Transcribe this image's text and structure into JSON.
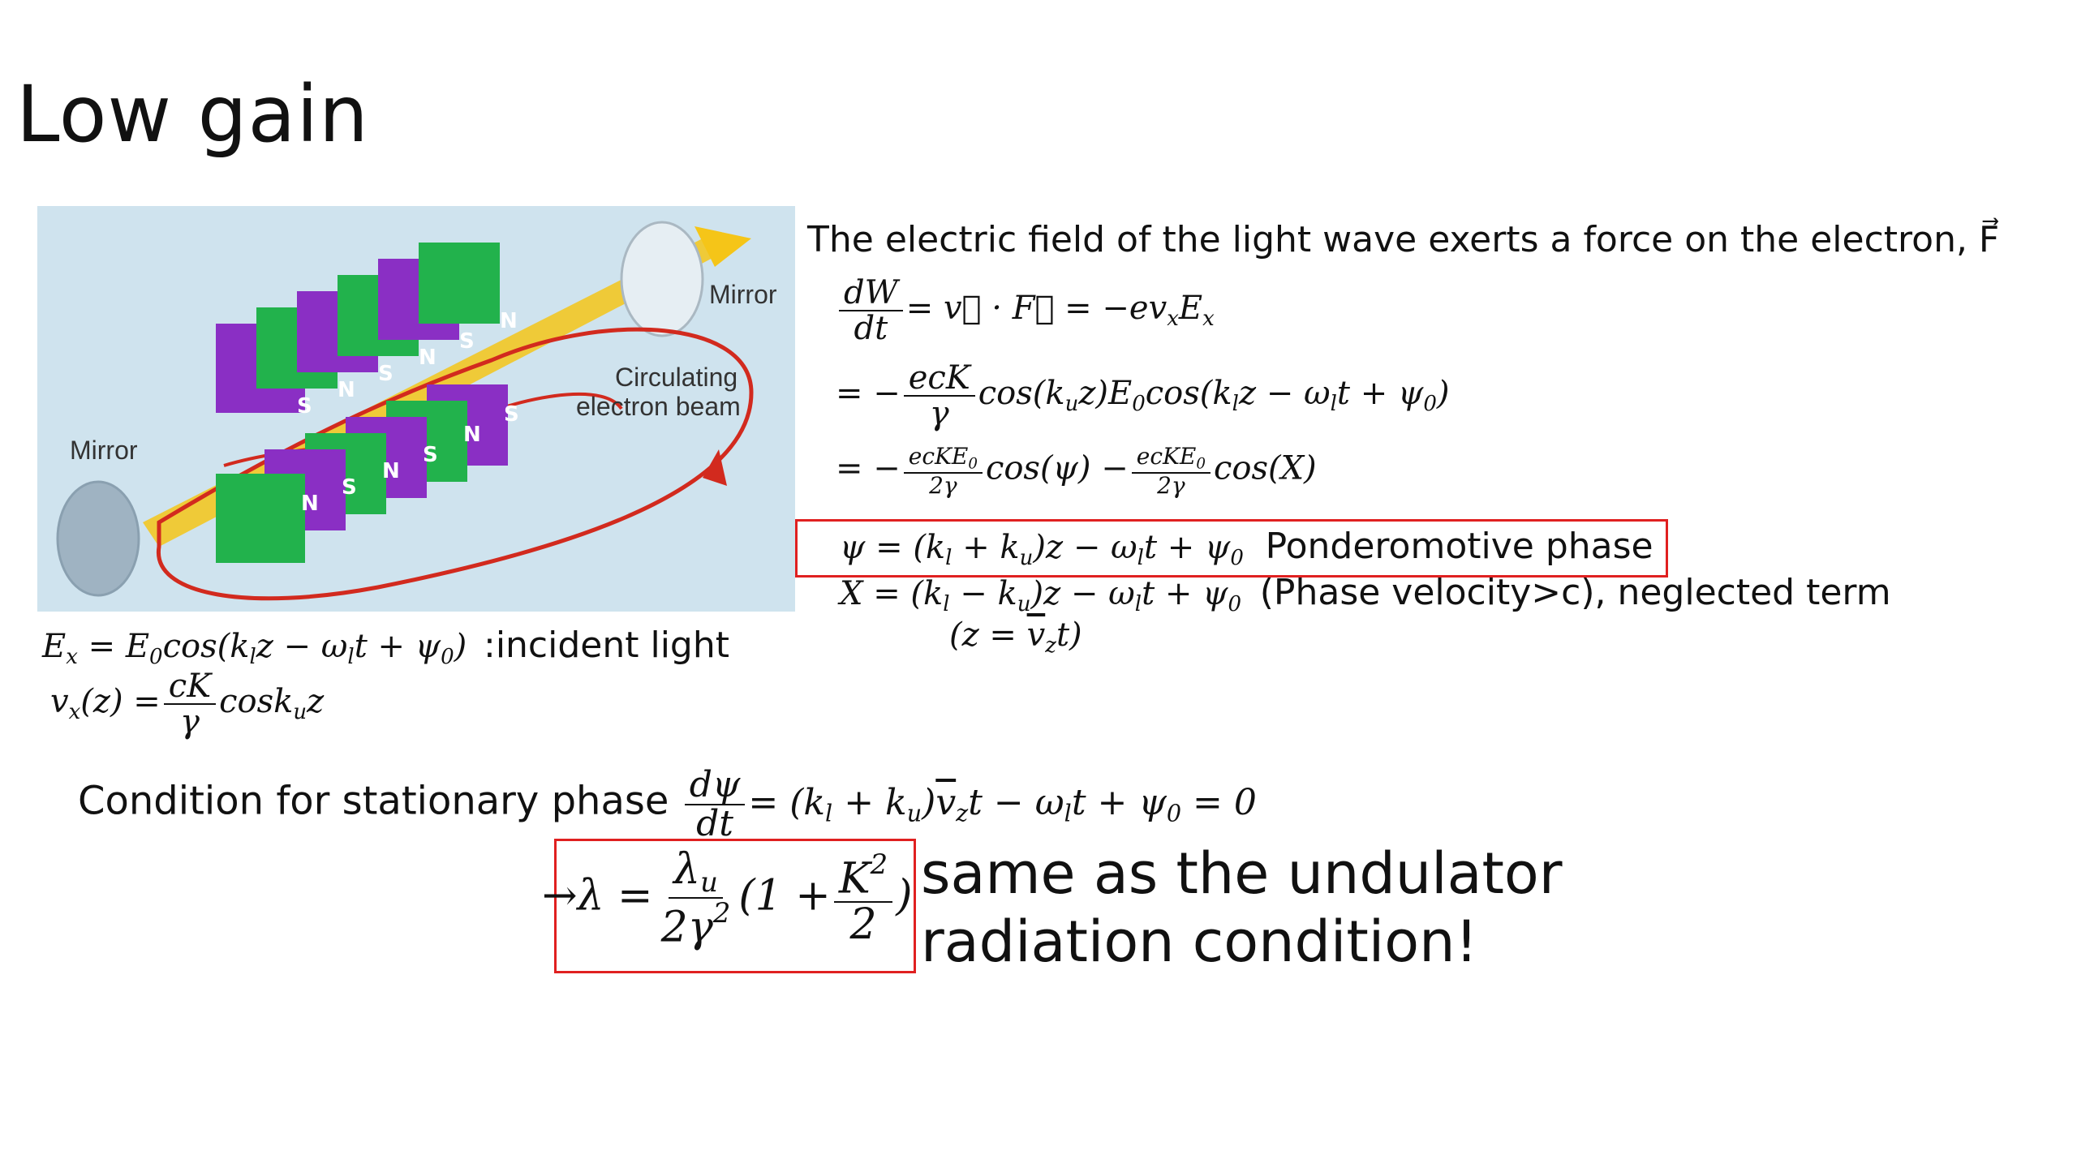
{
  "title": "Low gain",
  "figure": {
    "mirror_right": "Mirror",
    "mirror_left": "Mirror",
    "beam_label_1": "Circulating",
    "beam_label_2": "electron beam",
    "pole_n": "N",
    "pole_s": "S",
    "colors": {
      "background": "#cfe3ee",
      "green": "#22b24c",
      "purple": "#8a2fc4",
      "light": "#f5c518",
      "beam": "#d22a1e"
    }
  },
  "equations": {
    "intro": "The electric field of the light wave exerts a force on the electron, F⃗",
    "dw_num": "dW",
    "dw_den": "dt",
    "dw_rhs": "= v⃗ · F⃗ = −ev",
    "dw_rhs_sub": "x",
    "dw_rhs_tail": "E",
    "dw_rhs_tail_sub": "x",
    "line2_prefix": "= −",
    "line2_num": "ecK",
    "line2_den": "γ",
    "line2_rest": "cos(k",
    "line2_rest2": "z)E",
    "line2_rest3": "cos(k",
    "line2_rest4": "z − ω",
    "line2_rest5": "t + ψ",
    "line2_rest6": ")",
    "line3_prefix": "= −",
    "line3_num": "ecKE",
    "line3_den": "2γ",
    "line3_mid": "cos(ψ) −",
    "line3_tail": "cos(X)",
    "psi_eq": "ψ = (k",
    "psi_eq_b": " + k",
    "psi_eq_c": ")z − ω",
    "psi_eq_d": "t + ψ",
    "psi_label": "Ponderomotive phase",
    "x_eq": "X = (k",
    "x_eq_b": " − k",
    "x_eq_c": ")z − ω",
    "x_eq_d": "t + ψ",
    "x_label": "(Phase velocity>c), neglected term",
    "z_eq": "(z = ",
    "z_eq_b": "t)",
    "ex_eq": "E",
    "ex_eq_b": " = E",
    "ex_eq_c": "cos(k",
    "ex_eq_d": "z − ω",
    "ex_eq_e": "t + ψ",
    "ex_eq_f": ")",
    "ex_label": ":incident light",
    "vx_lhs": "v",
    "vx_lhs_b": "(z) =",
    "vx_num": "cK",
    "vx_den": "γ",
    "vx_rhs": "cosk",
    "vx_rhs_b": "z",
    "cond_label": "Condition for stationary phase",
    "cond_num": "dψ",
    "cond_den": "dt",
    "cond_rhs": "= (k",
    "cond_rhs_b": " + k",
    "cond_rhs_c": ")",
    "cond_rhs_d": "t − ω",
    "cond_rhs_e": "t + ψ",
    "cond_rhs_f": " = 0",
    "lambda_arrow": "→λ =",
    "lambda_num": "λ",
    "lambda_den": "2γ",
    "lambda_mid": "(1 +",
    "lambda_k_num": "K",
    "lambda_k_den": "2",
    "lambda_close": ")",
    "note_1": "same as the undulator",
    "note_2": "radiation condition!"
  }
}
